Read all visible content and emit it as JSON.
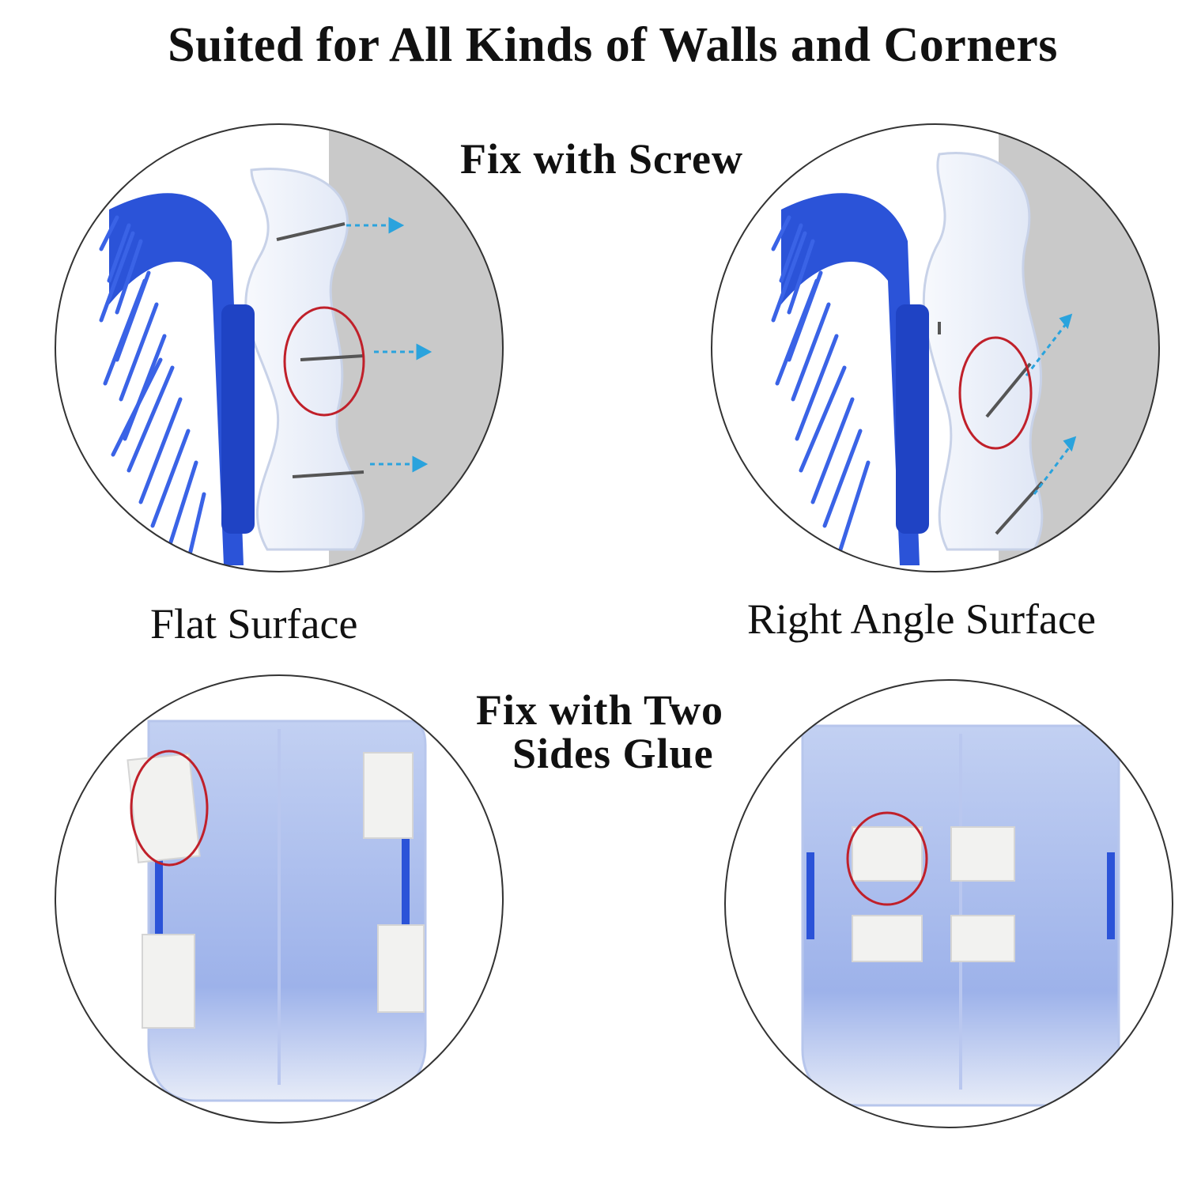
{
  "page": {
    "title": "Suited for All Kinds of Walls and Corners",
    "screw_section": {
      "heading": "Fix with Screw",
      "flat_label": "Flat Surface",
      "right_angle_label": "Right Angle Surface"
    },
    "glue_section": {
      "heading_line1": "Fix with Two",
      "heading_line2": "Sides Glue"
    }
  },
  "colors": {
    "brush_blue": "#2b53d8",
    "base_white": "#eef2fb",
    "wall_gray": "#c9c9c9",
    "highlight_red": "#c0202a",
    "arrow_cyan": "#2aa3dd",
    "base_blue": "#9db2ea"
  },
  "icons": [
    "screw-icon",
    "arrow-right-icon",
    "highlight-circle-icon",
    "adhesive-tape-icon"
  ]
}
